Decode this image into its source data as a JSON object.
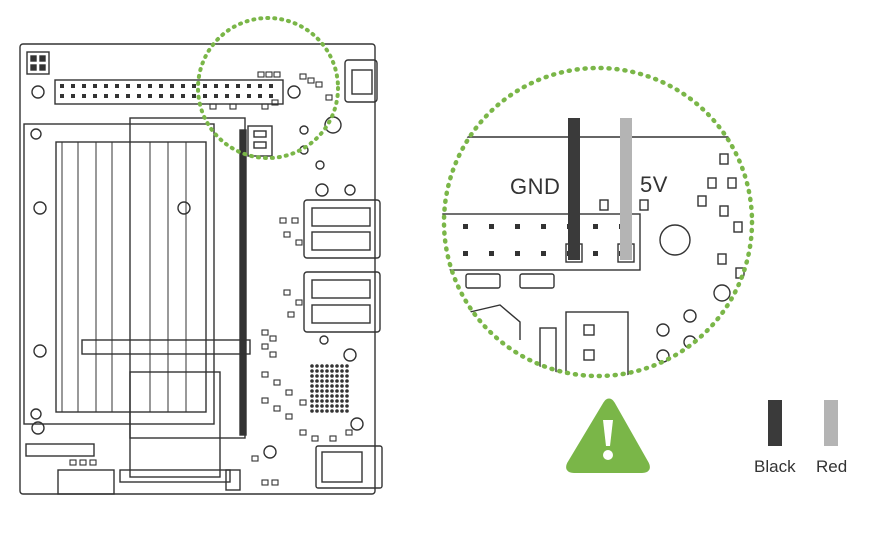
{
  "diagram": {
    "pins": {
      "gnd_label": "GND",
      "v5_label": "5V"
    },
    "legend": {
      "black_label": "Black",
      "red_label": "Red",
      "black_color": "#3a3a3a",
      "red_color": "#b4b4b4"
    },
    "colors": {
      "highlight": "#7ab648",
      "warning": "#7ab648",
      "board_outline": "#333333"
    },
    "icons": [
      "warning-icon",
      "zoom-circle",
      "highlight-circle"
    ]
  }
}
